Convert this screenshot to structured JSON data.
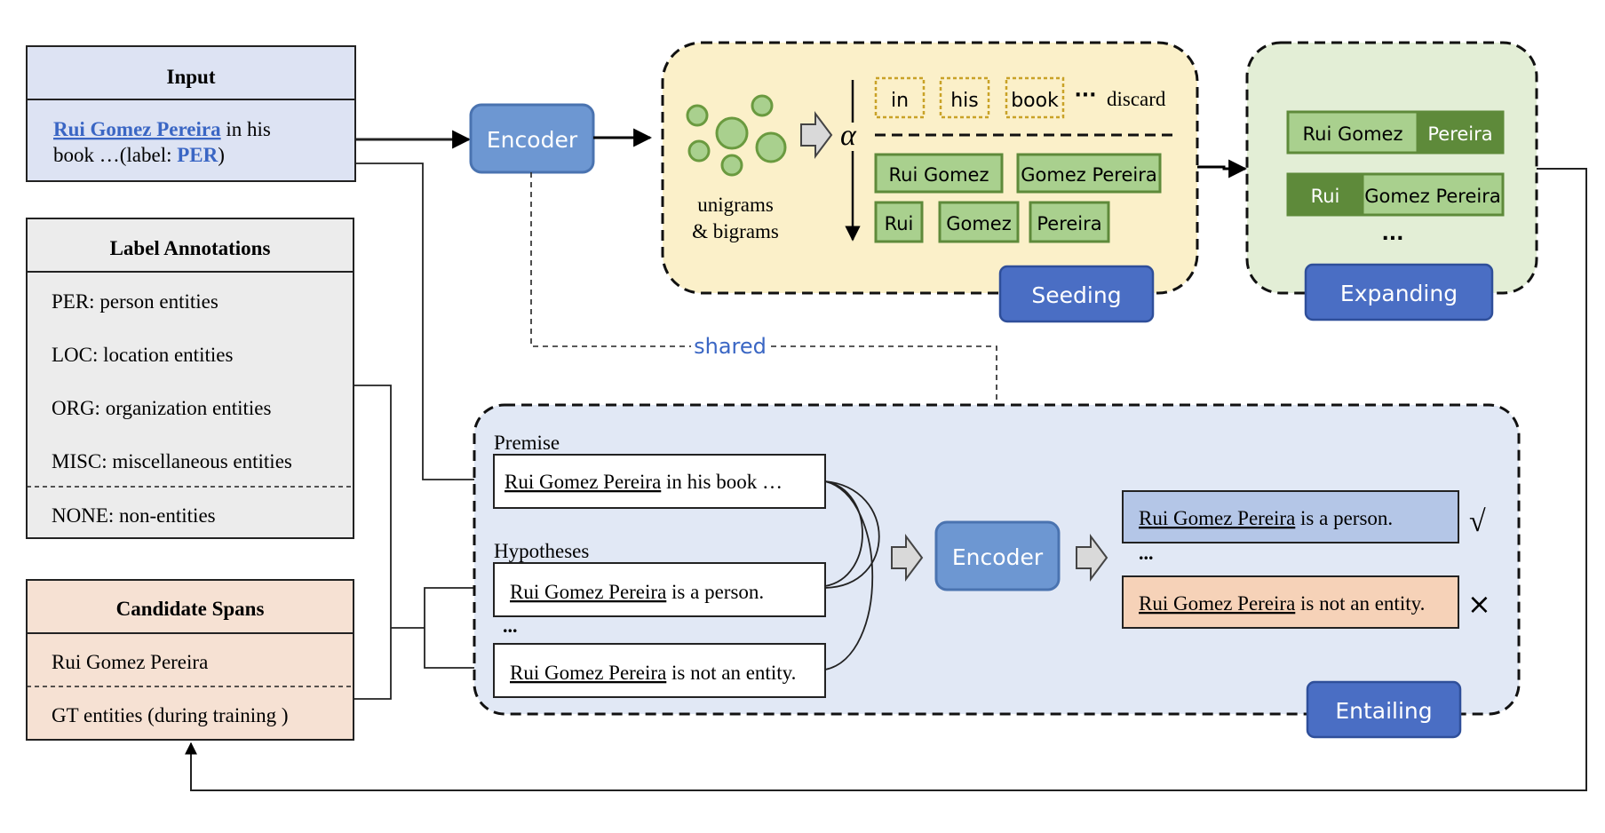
{
  "input": {
    "title": "Input",
    "entity": "Rui Gomez Pereira",
    "line1_rest": " in his",
    "line2_prefix": "book …(label: ",
    "label": "PER",
    "line2_suffix": ")"
  },
  "label_annotations": {
    "title": "Label Annotations",
    "items": [
      "PER: person entities",
      "LOC: location entities",
      "ORG: organization entities",
      "MISC: miscellaneous entities",
      "NONE: non-entities"
    ]
  },
  "candidate_spans": {
    "title": "Candidate Spans",
    "items": [
      "Rui Gomez Pereira",
      "GT entities (during training )"
    ]
  },
  "encoder_label": "Encoder",
  "shared_label": "shared",
  "seeding": {
    "stage_label": "Seeding",
    "ngrams_caption_1": "unigrams",
    "ngrams_caption_2": "& bigrams",
    "alpha": "α",
    "discarded": [
      "in",
      "his",
      "book"
    ],
    "ellipsis": "···",
    "discard_label": "discard",
    "kept_row1": [
      "Rui Gomez",
      "Gomez Pereira"
    ],
    "kept_row2": [
      "Rui",
      "Gomez",
      "Pereira"
    ]
  },
  "expanding": {
    "stage_label": "Expanding",
    "row1": [
      "Rui Gomez",
      "Pereira"
    ],
    "row2": [
      "Rui",
      "Gomez Pereira"
    ],
    "ellipsis": "..."
  },
  "entailing": {
    "stage_label": "Entailing",
    "premise_label": "Premise",
    "premise_entity": "Rui Gomez Pereira",
    "premise_rest": " in his book …",
    "hypotheses_label": "Hypotheses",
    "hyp1_entity": "Rui Gomez Pereira",
    "hyp1_rest": " is a person.",
    "hyp_ellipsis": "...",
    "hyp2_entity": "Rui Gomez Pereira",
    "hyp2_rest": " is not an entity.",
    "out1_entity": "Rui Gomez Pereira",
    "out1_rest": " is a person.",
    "out_ellipsis": "...",
    "out2_entity": "Rui Gomez Pereira",
    "out2_rest": " is not an entity.",
    "check_mark": "√",
    "cross_mark": "×"
  },
  "colors": {
    "input_fill": "#dde3f3",
    "label_fill": "#ececec",
    "candidate_fill": "#f6e1d3",
    "encoder_fill": "#6d97d2",
    "stage_button_fill": "#4a6ec4",
    "seeding_fill": "#fbf0c9",
    "expanding_fill": "#e3eed6",
    "entailing_fill": "#e1e8f5",
    "green_light": "#a9d08e",
    "green_dark": "#5e8a3a",
    "discard_border": "#c9a227",
    "link_blue": "#3a66c4"
  }
}
